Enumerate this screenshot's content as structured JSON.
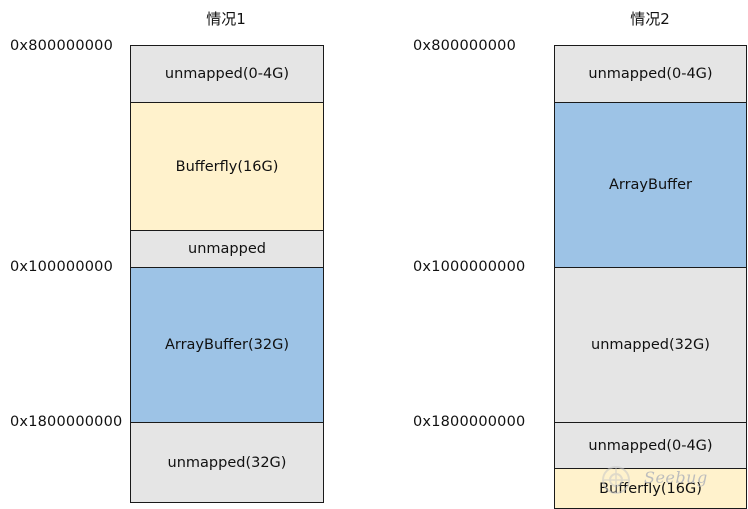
{
  "case1": {
    "title": "情况1",
    "addresses": [
      "0x800000000",
      "0x100000000",
      "0x1800000000"
    ],
    "blocks": [
      "unmapped(0-4G)",
      "Bufferfly(16G)",
      "unmapped",
      "ArrayBuffer(32G)",
      "unmapped(32G)"
    ]
  },
  "case2": {
    "title": "情况2",
    "addresses": [
      "0x800000000",
      "0x1000000000",
      "0x1800000000"
    ],
    "blocks": [
      "unmapped(0-4G)",
      "ArrayBuffer",
      "unmapped(32G)",
      "unmapped(0-4G)",
      "Bufferfly(16G)"
    ]
  },
  "watermark": "Seebug",
  "colors": {
    "gray": "#e5e5e5",
    "yellow": "#fff2cc",
    "blue": "#9dc3e6",
    "border": "#1a1a1a"
  }
}
